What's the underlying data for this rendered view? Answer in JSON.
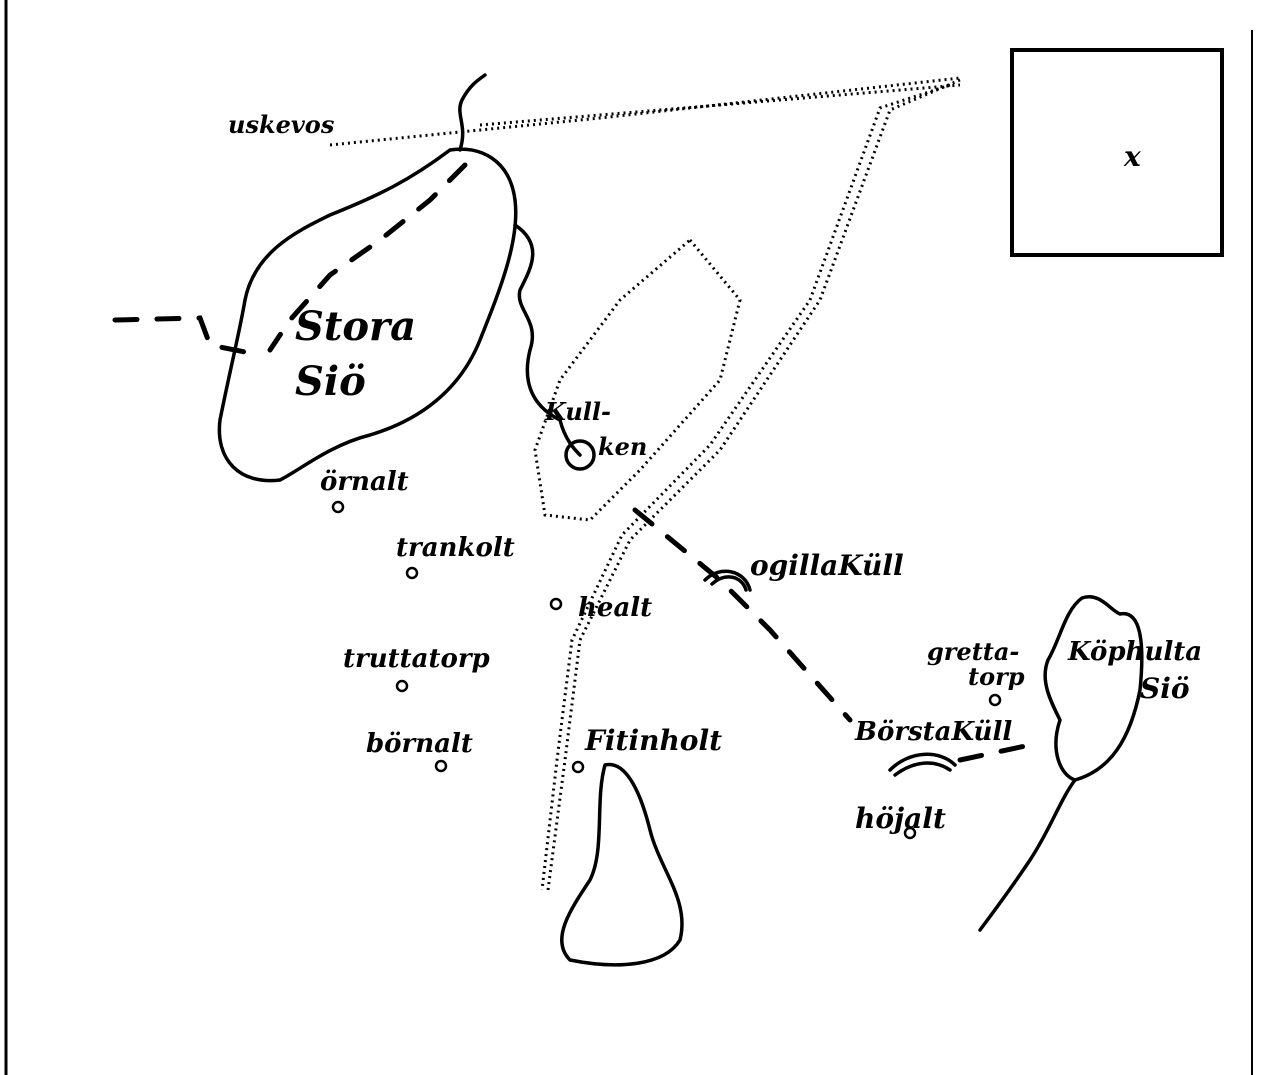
{
  "map": {
    "lakes": {
      "stora_line1": "Stora",
      "stora_line2": "Siö",
      "kophulta_line1": "Köphulta",
      "kophulta_line2": "Siö"
    },
    "places": {
      "askevos": "uskevos",
      "kullken_line1": "Kull-",
      "kullken_line2": "ken",
      "ornalt": "örnalt",
      "trankolt": "trankolt",
      "healt": "healt",
      "ogillakull": "ogillaKüll",
      "truttatorp": "truttatorp",
      "bornalt": "börnalt",
      "fitinholt": "Fitinholt",
      "grettatorp_line1": "gretta-",
      "grettatorp_line2": "torp",
      "borstakull": "BörstaKüll",
      "hojalt": "höjalt"
    },
    "inset_mark": "x"
  }
}
